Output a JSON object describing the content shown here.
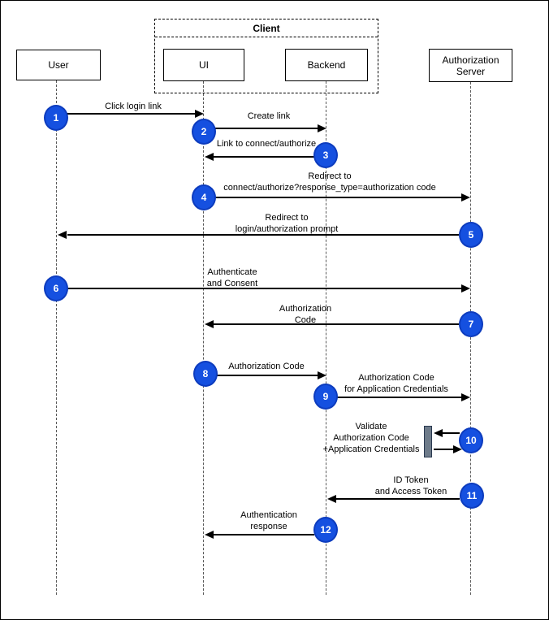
{
  "colors": {
    "step_circle_fill": "#1550e0",
    "step_circle_border": "#0d3cbe",
    "activation_fill": "#6e7b8a",
    "activation_border": "#2a3950",
    "line_color": "#000000"
  },
  "frame": {
    "label": "Client"
  },
  "actors": [
    {
      "label": "User"
    },
    {
      "label": "UI"
    },
    {
      "label": "Backend"
    },
    {
      "label": "Authorization Server"
    }
  ],
  "messages": [
    {
      "step": "1",
      "from": "User",
      "to": "UI",
      "lines": [
        "Click login link"
      ]
    },
    {
      "step": "2",
      "from": "UI",
      "to": "Backend",
      "lines": [
        "Create link"
      ]
    },
    {
      "step": "3",
      "from": "Backend",
      "to": "UI",
      "lines": [
        "Link to connect/authorize"
      ]
    },
    {
      "step": "4",
      "from": "UI",
      "to": "Authorization Server",
      "lines": [
        "Redirect to",
        "connect/authorize?response_type=authorization code"
      ]
    },
    {
      "step": "5",
      "from": "Authorization Server",
      "to": "User",
      "lines": [
        "Redirect to",
        "login/authorization prompt"
      ]
    },
    {
      "step": "6",
      "from": "User",
      "to": "Authorization Server",
      "lines": [
        "Authenticate",
        "and Consent"
      ]
    },
    {
      "step": "7",
      "from": "Authorization Server",
      "to": "UI",
      "lines": [
        "Authorization",
        "Code"
      ]
    },
    {
      "step": "8",
      "from": "UI",
      "to": "Backend",
      "lines": [
        "Authorization Code"
      ]
    },
    {
      "step": "9",
      "from": "Backend",
      "to": "Authorization Server",
      "lines": [
        "Authorization Code",
        "for Application Credentials"
      ]
    },
    {
      "step": "10",
      "from": "Authorization Server",
      "to": "Authorization Server",
      "lines": [
        "Validate",
        "Authorization Code",
        "+Application Credentials"
      ]
    },
    {
      "step": "11",
      "from": "Authorization Server",
      "to": "Backend",
      "lines": [
        "ID Token",
        "and Access Token"
      ]
    },
    {
      "step": "12",
      "from": "Backend",
      "to": "UI",
      "lines": [
        "Authentication",
        "response"
      ]
    }
  ]
}
